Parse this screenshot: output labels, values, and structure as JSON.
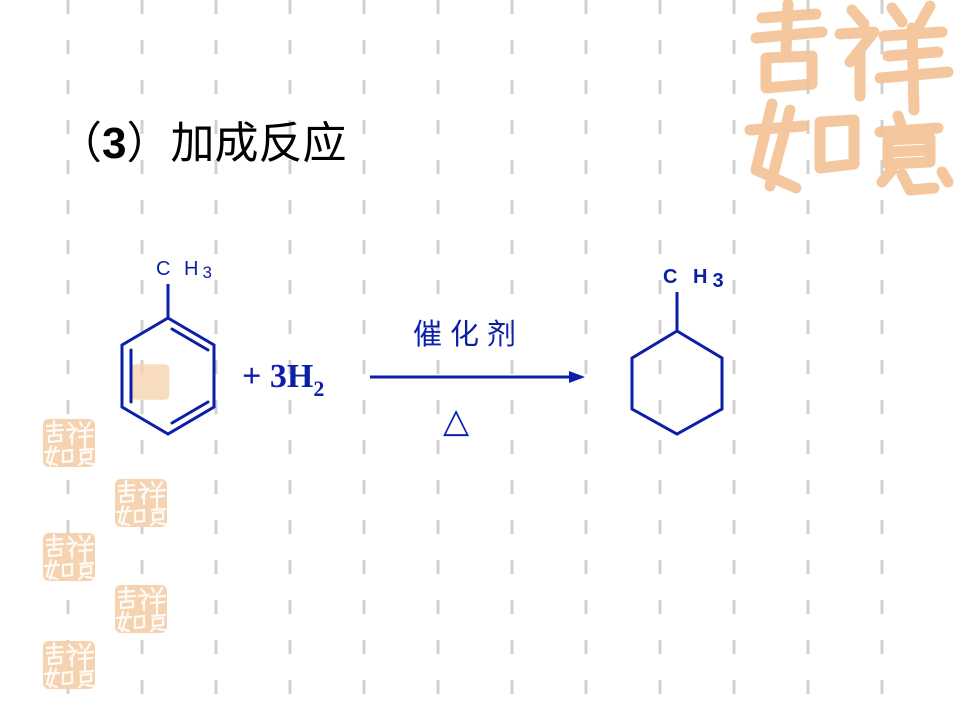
{
  "title": {
    "open_paren": "（",
    "number": "3",
    "close_paren": "）",
    "text": "加成反应"
  },
  "reaction": {
    "reactant_substituent": {
      "main": "C H",
      "sub": "3"
    },
    "reagent": {
      "main": "+ 3H",
      "sub": "2"
    },
    "catalyst": "催化剂",
    "condition": "△",
    "product_substituent": {
      "main": "C H",
      "sub": "3"
    }
  },
  "decoration": {
    "seal_text": "吉祥如意"
  },
  "colors": {
    "chem_blue": "#0b1fa8",
    "seal_orange": "#f3c294",
    "dash_gray": "#d0d0d0"
  }
}
